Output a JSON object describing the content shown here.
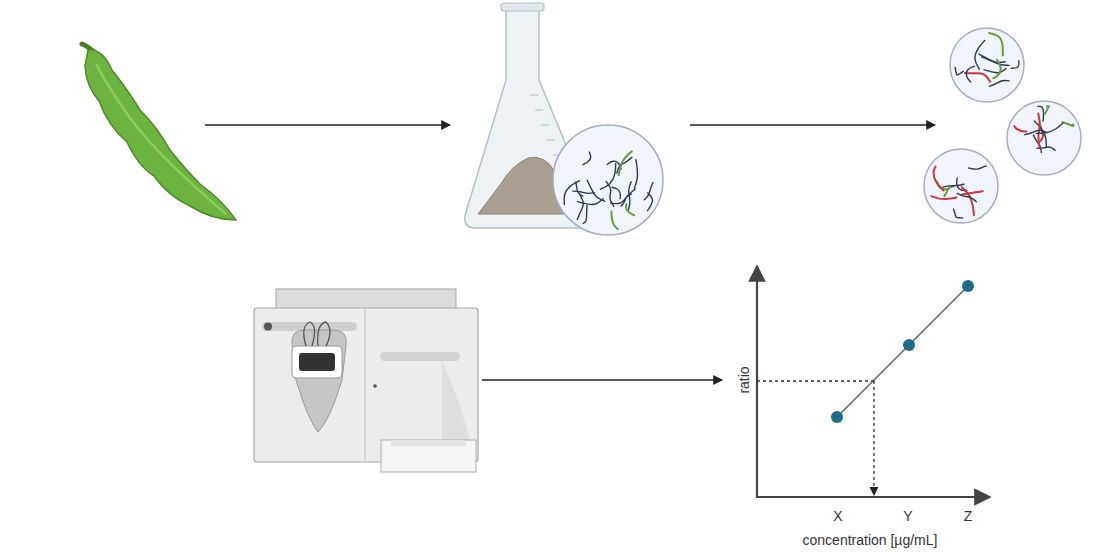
{
  "diagram": {
    "labels": [
      "ratio",
      "X",
      "Y",
      "Z",
      "concentration [µg/mL]"
    ]
  }
}
